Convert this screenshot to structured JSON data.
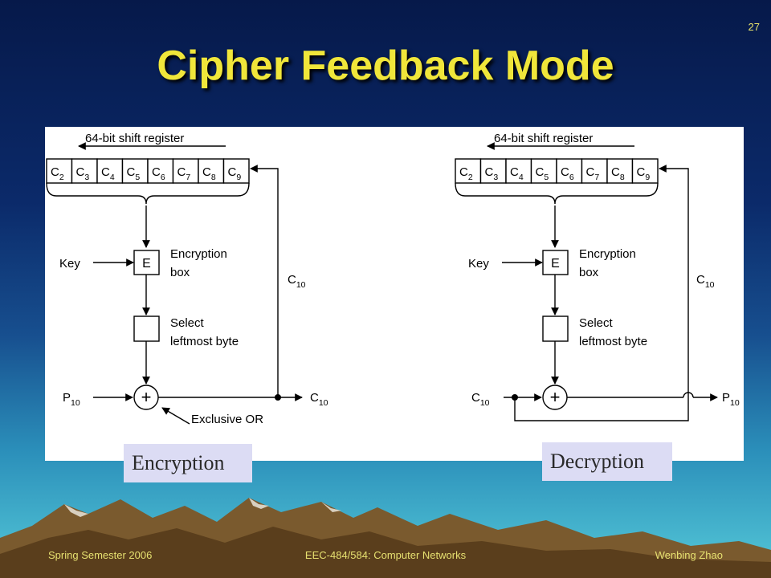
{
  "page_number": "27",
  "title": "Cipher Feedback Mode",
  "diagram": {
    "encryption": {
      "register_label": "64-bit shift register",
      "registers": [
        {
          "base": "C",
          "sub": "2"
        },
        {
          "base": "C",
          "sub": "3"
        },
        {
          "base": "C",
          "sub": "4"
        },
        {
          "base": "C",
          "sub": "5"
        },
        {
          "base": "C",
          "sub": "6"
        },
        {
          "base": "C",
          "sub": "7"
        },
        {
          "base": "C",
          "sub": "8"
        },
        {
          "base": "C",
          "sub": "9"
        }
      ],
      "key": "Key",
      "e_box": "E",
      "enc_box_line1": "Encryption",
      "enc_box_line2": "box",
      "select_line1": "Select",
      "select_line2": "leftmost byte",
      "xor_symbol": "+",
      "input": {
        "base": "P",
        "sub": "10"
      },
      "output": {
        "base": "C",
        "sub": "10"
      },
      "feedback": {
        "base": "C",
        "sub": "10"
      },
      "xor_label": "Exclusive OR"
    },
    "decryption": {
      "register_label": "64-bit shift register",
      "registers": [
        {
          "base": "C",
          "sub": "2"
        },
        {
          "base": "C",
          "sub": "3"
        },
        {
          "base": "C",
          "sub": "4"
        },
        {
          "base": "C",
          "sub": "5"
        },
        {
          "base": "C",
          "sub": "6"
        },
        {
          "base": "C",
          "sub": "7"
        },
        {
          "base": "C",
          "sub": "8"
        },
        {
          "base": "C",
          "sub": "9"
        }
      ],
      "key": "Key",
      "e_box": "E",
      "enc_box_line1": "Encryption",
      "enc_box_line2": "box",
      "select_line1": "Select",
      "select_line2": "leftmost byte",
      "xor_symbol": "+",
      "input": {
        "base": "C",
        "sub": "10"
      },
      "output": {
        "base": "P",
        "sub": "10"
      },
      "feedback": {
        "base": "C",
        "sub": "10"
      }
    }
  },
  "captions": {
    "encryption": "Encryption",
    "decryption": "Decryption"
  },
  "footer": {
    "left": "Spring Semester 2006",
    "center": "EEC-484/584: Computer Networks",
    "right": "Wenbing Zhao"
  }
}
